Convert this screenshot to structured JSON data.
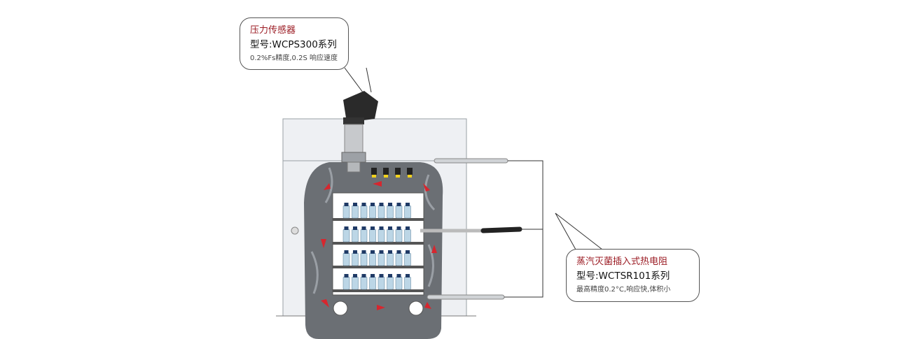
{
  "pressure_sensor": {
    "title": "压力传感器",
    "model": "型号:WCPS300系列",
    "description": "0.2%Fs精度,0.2S 响应速度"
  },
  "temperature_sensor": {
    "title": "蒸汽灭菌插入式热电阻",
    "model": "型号:WCTSR101系列",
    "description": "最高精度0.2°C,响应快,体积小"
  },
  "colors": {
    "accent": "#9b1b23",
    "chamber": "#6b6f74",
    "arrow": "#d7262e"
  }
}
